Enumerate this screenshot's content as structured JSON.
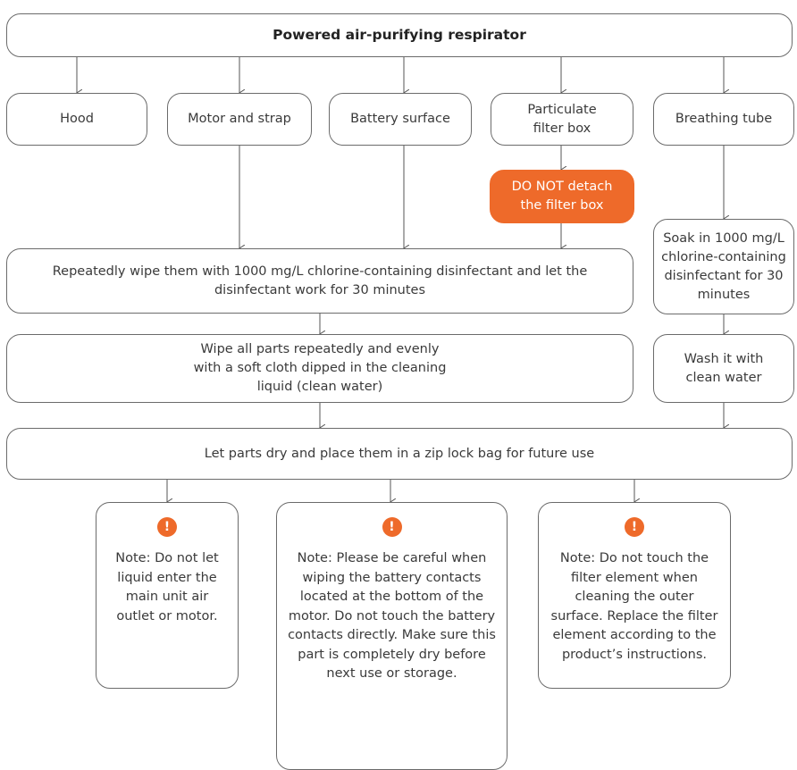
{
  "title": "Powered air-purifying respirator",
  "components": {
    "hood": "Hood",
    "motor": "Motor and strap",
    "battery": "Battery surface",
    "filter_box": "Particulate filter box",
    "breathing_tube": "Breathing tube"
  },
  "warning_step": "DO NOT detach the filter box",
  "steps": {
    "wipe_disinfect": "Repeatedly wipe them with 1000 mg/L chlorine-containing disinfectant and let the disinfectant work for 30 minutes",
    "soak": "Soak in 1000 mg/L chlorine-containing disinfectant for 30 minutes",
    "wipe_clean": "Wipe all parts repeatedly and evenly with a soft cloth dipped in the cleaning liquid (clean water)",
    "wash": "Wash it with clean water",
    "dry_store": "Let parts dry and place them in a zip lock bag for future use"
  },
  "warning_icon": "!",
  "notes": [
    "Note: Do not let liquid enter the main unit air outlet or motor.",
    "Note: Please be careful when wiping the battery contacts located at the bottom of the motor. Do not touch the battery contacts directly. Make sure this part is completely dry before next use or storage.",
    "Note: Do not touch the filter element when cleaning the outer surface. Replace the filter element according to the product’s instructions."
  ],
  "colors": {
    "accent": "#ee6a2a",
    "border": "#6b6b6b",
    "connector": "#555555"
  }
}
